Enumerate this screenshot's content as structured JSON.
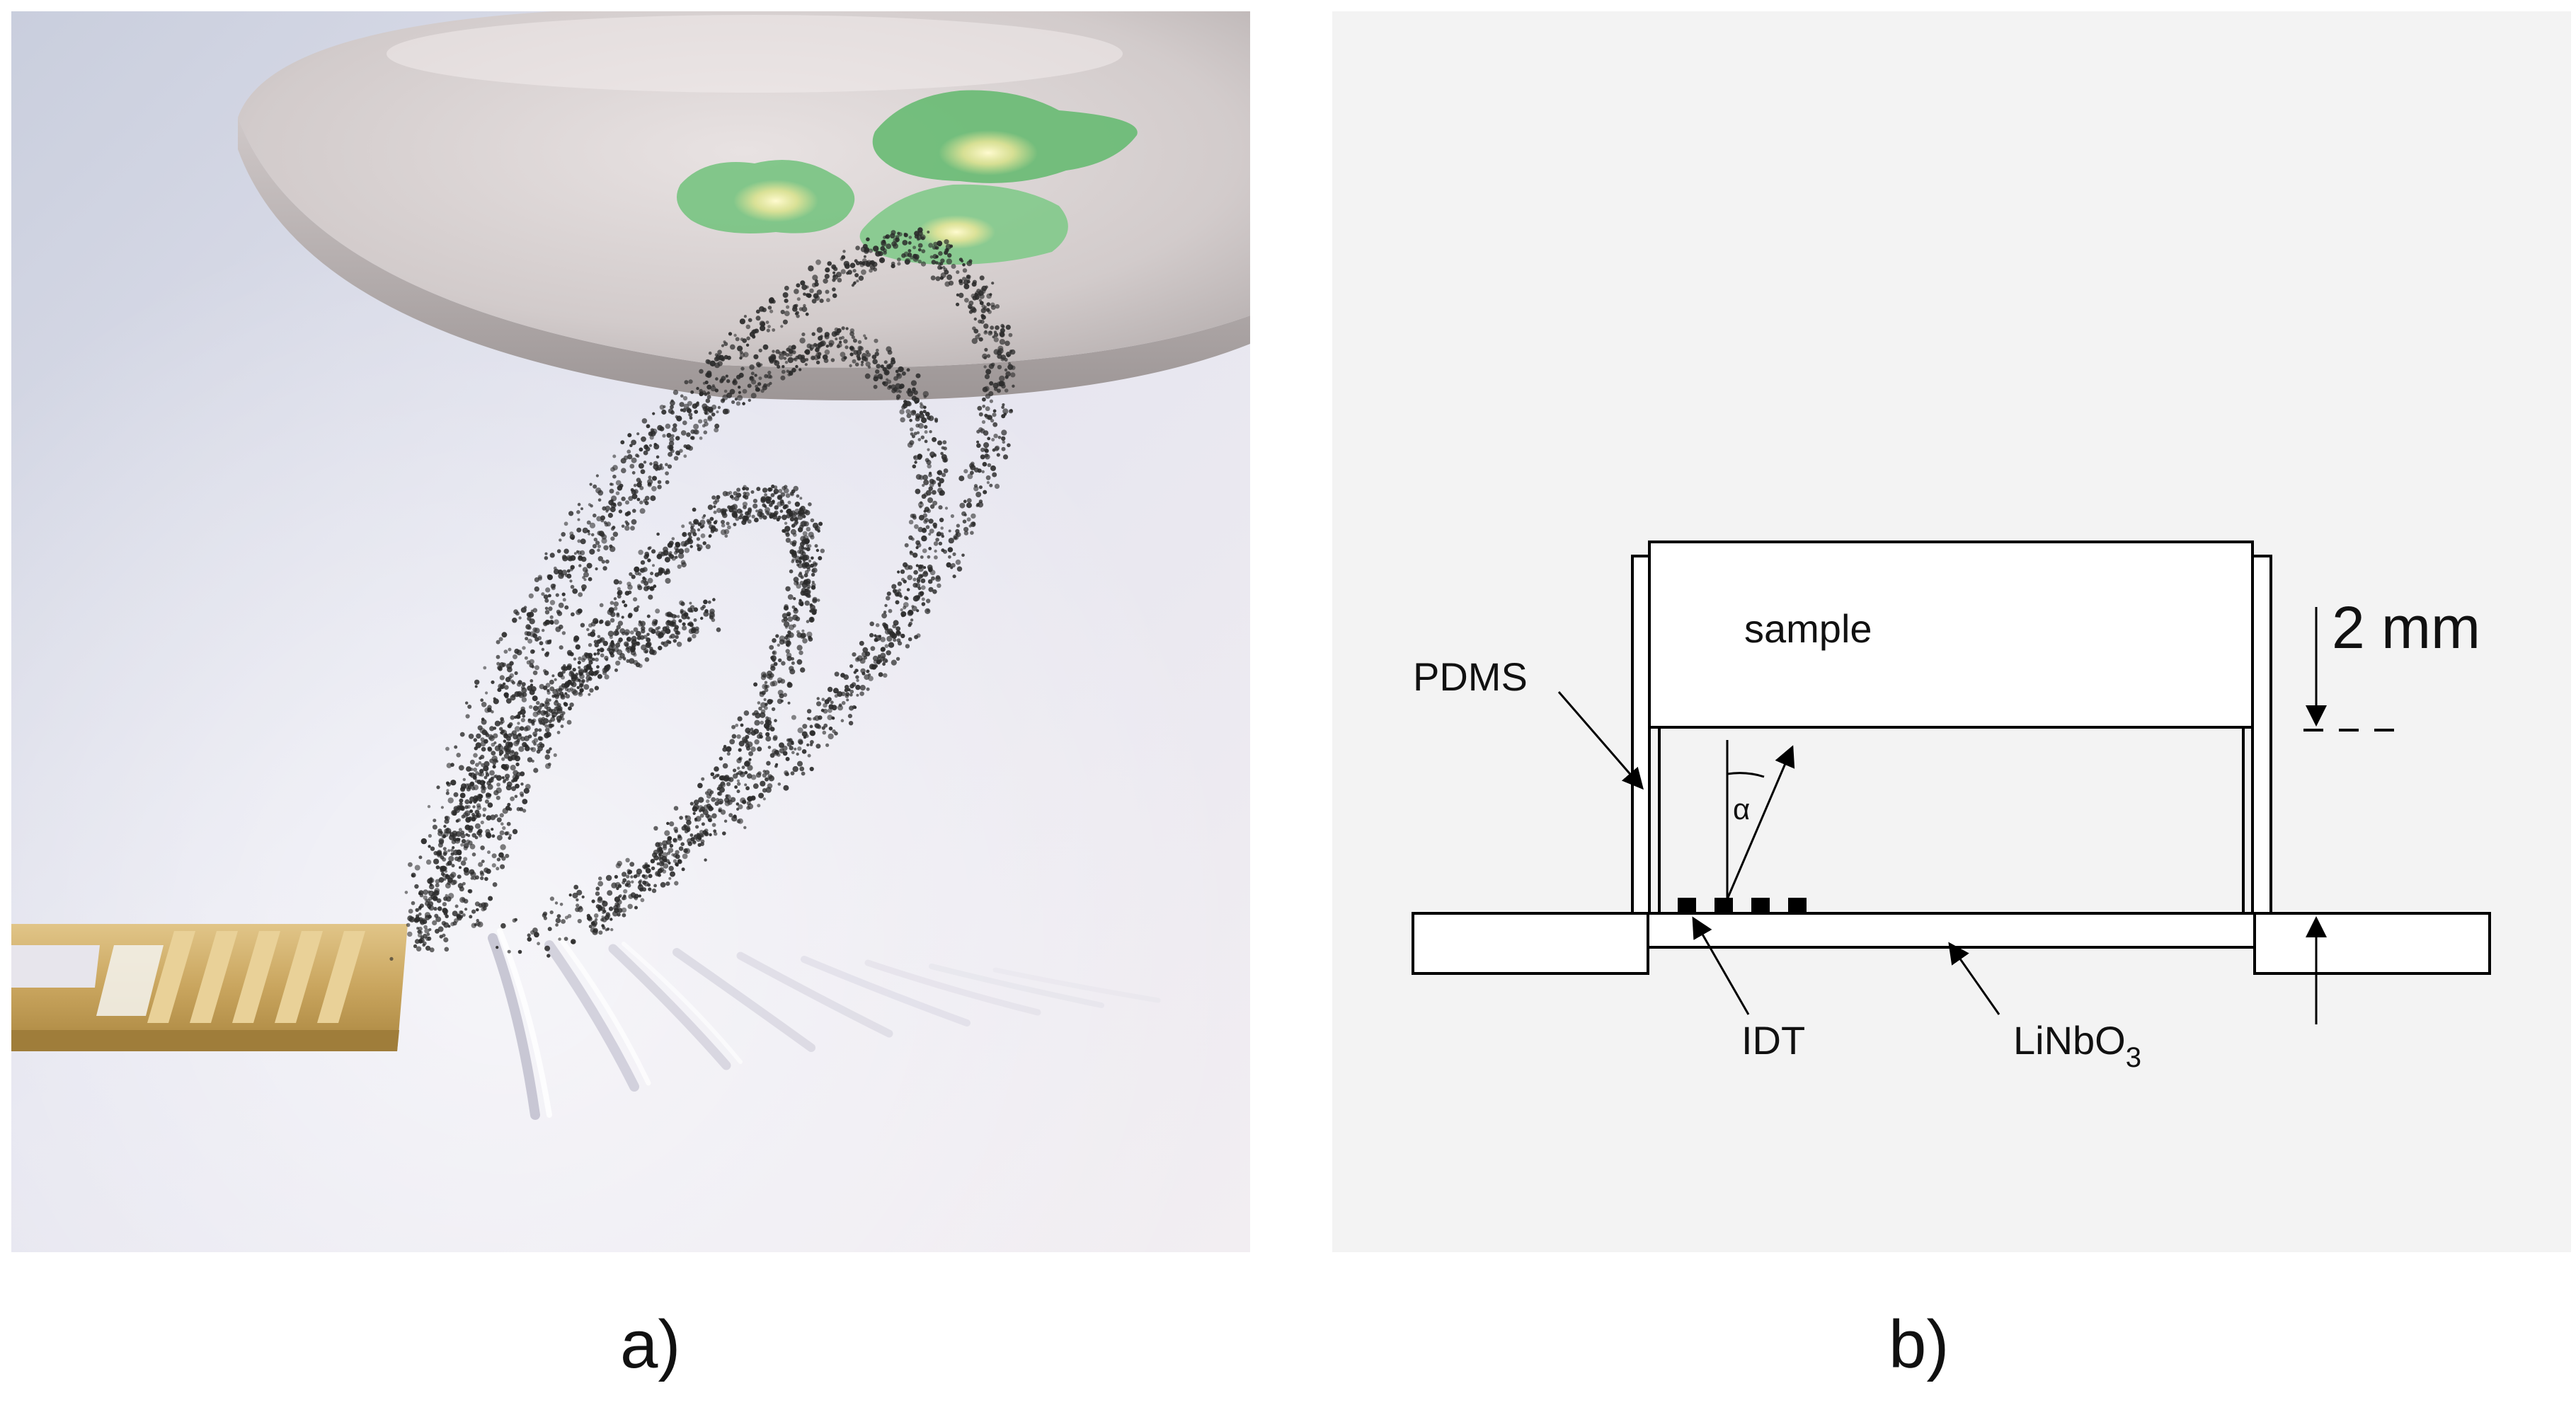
{
  "panel_a": {
    "caption": "a)"
  },
  "panel_b": {
    "caption": "b)",
    "labels": {
      "sample": "sample",
      "dimension": "2 mm",
      "pdms": "PDMS",
      "alpha": "α",
      "idt": "IDT",
      "linbo3_main": "LiNbO",
      "linbo3_sub": "3"
    }
  },
  "colors": {
    "electrode_gold": "#c9a55e",
    "crystal_green": "#6fc07a",
    "particle_dark": "#2a2a2a",
    "diagram_background": "#f3f3f3"
  }
}
